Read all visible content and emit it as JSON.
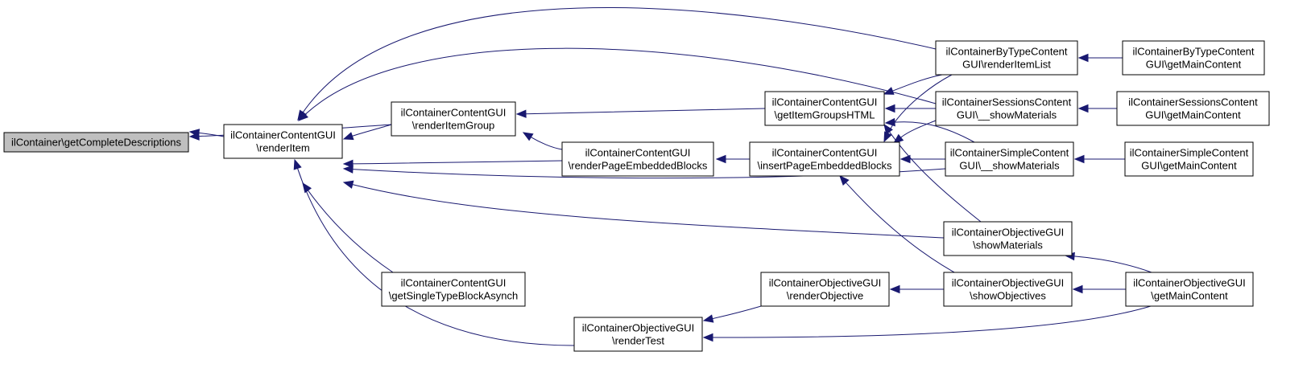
{
  "colors": {
    "edge": "#191970",
    "node_fill": "#ffffff",
    "root_fill": "#bfbfbf",
    "node_stroke": "#000000"
  },
  "nodes": {
    "root": {
      "lines": [
        "ilContainer\\getCompleteDescriptions"
      ]
    },
    "renderItem": {
      "lines": [
        "ilContainerContentGUI",
        "\\renderItem"
      ]
    },
    "renderItemGroup": {
      "lines": [
        "ilContainerContentGUI",
        "\\renderItemGroup"
      ]
    },
    "getSingleTypeBlockAsynch": {
      "lines": [
        "ilContainerContentGUI",
        "\\getSingleTypeBlockAsynch"
      ]
    },
    "renderPageEmbeddedBlocks": {
      "lines": [
        "ilContainerContentGUI",
        "\\renderPageEmbeddedBlocks"
      ]
    },
    "renderTest": {
      "lines": [
        "ilContainerObjectiveGUI",
        "\\renderTest"
      ]
    },
    "getItemGroupsHTML": {
      "lines": [
        "ilContainerContentGUI",
        "\\getItemGroupsHTML"
      ]
    },
    "insertPageEmbeddedBlocks": {
      "lines": [
        "ilContainerContentGUI",
        "\\insertPageEmbeddedBlocks"
      ]
    },
    "renderObjective": {
      "lines": [
        "ilContainerObjectiveGUI",
        "\\renderObjective"
      ]
    },
    "byTypeRenderItemList": {
      "lines": [
        "ilContainerByTypeContent",
        "GUI\\renderItemList"
      ]
    },
    "sessionsShowMaterials": {
      "lines": [
        "ilContainerSessionsContent",
        "GUI\\__showMaterials"
      ]
    },
    "simpleShowMaterials": {
      "lines": [
        "ilContainerSimpleContent",
        "GUI\\__showMaterials"
      ]
    },
    "objectiveShowMaterials": {
      "lines": [
        "ilContainerObjectiveGUI",
        "\\showMaterials"
      ]
    },
    "showObjectives": {
      "lines": [
        "ilContainerObjectiveGUI",
        "\\showObjectives"
      ]
    },
    "byTypeGetMainContent": {
      "lines": [
        "ilContainerByTypeContent",
        "GUI\\getMainContent"
      ]
    },
    "sessionsGetMainContent": {
      "lines": [
        "ilContainerSessionsContent",
        "GUI\\getMainContent"
      ]
    },
    "simpleGetMainContent": {
      "lines": [
        "ilContainerSimpleContent",
        "GUI\\getMainContent"
      ]
    },
    "objectiveGetMainContent": {
      "lines": [
        "ilContainerObjectiveGUI",
        "\\getMainContent"
      ]
    }
  },
  "edges": [
    {
      "from": "renderItem",
      "to": "root"
    },
    {
      "from": "renderItemGroup",
      "to": "root"
    },
    {
      "from": "renderItemGroup",
      "to": "renderItem"
    },
    {
      "from": "getSingleTypeBlockAsynch",
      "to": "renderItem"
    },
    {
      "from": "renderPageEmbeddedBlocks",
      "to": "renderItem"
    },
    {
      "from": "renderTest",
      "to": "renderItem"
    },
    {
      "from": "byTypeRenderItemList",
      "to": "renderItem"
    },
    {
      "from": "sessionsShowMaterials",
      "to": "renderItem"
    },
    {
      "from": "simpleShowMaterials",
      "to": "renderItem"
    },
    {
      "from": "objectiveShowMaterials",
      "to": "renderItem"
    },
    {
      "from": "renderPageEmbeddedBlocks",
      "to": "renderItemGroup"
    },
    {
      "from": "getItemGroupsHTML",
      "to": "renderItemGroup"
    },
    {
      "from": "insertPageEmbeddedBlocks",
      "to": "renderPageEmbeddedBlocks"
    },
    {
      "from": "renderObjective",
      "to": "renderTest"
    },
    {
      "from": "objectiveGetMainContent",
      "to": "renderTest"
    },
    {
      "from": "byTypeRenderItemList",
      "to": "getItemGroupsHTML"
    },
    {
      "from": "sessionsShowMaterials",
      "to": "getItemGroupsHTML"
    },
    {
      "from": "simpleShowMaterials",
      "to": "getItemGroupsHTML"
    },
    {
      "from": "objectiveShowMaterials",
      "to": "getItemGroupsHTML"
    },
    {
      "from": "byTypeRenderItemList",
      "to": "insertPageEmbeddedBlocks"
    },
    {
      "from": "sessionsShowMaterials",
      "to": "insertPageEmbeddedBlocks"
    },
    {
      "from": "simpleShowMaterials",
      "to": "insertPageEmbeddedBlocks"
    },
    {
      "from": "showObjectives",
      "to": "insertPageEmbeddedBlocks"
    },
    {
      "from": "showObjectives",
      "to": "renderObjective"
    },
    {
      "from": "byTypeGetMainContent",
      "to": "byTypeRenderItemList"
    },
    {
      "from": "sessionsGetMainContent",
      "to": "sessionsShowMaterials"
    },
    {
      "from": "simpleGetMainContent",
      "to": "simpleShowMaterials"
    },
    {
      "from": "objectiveGetMainContent",
      "to": "objectiveShowMaterials"
    },
    {
      "from": "objectiveGetMainContent",
      "to": "showObjectives"
    }
  ]
}
